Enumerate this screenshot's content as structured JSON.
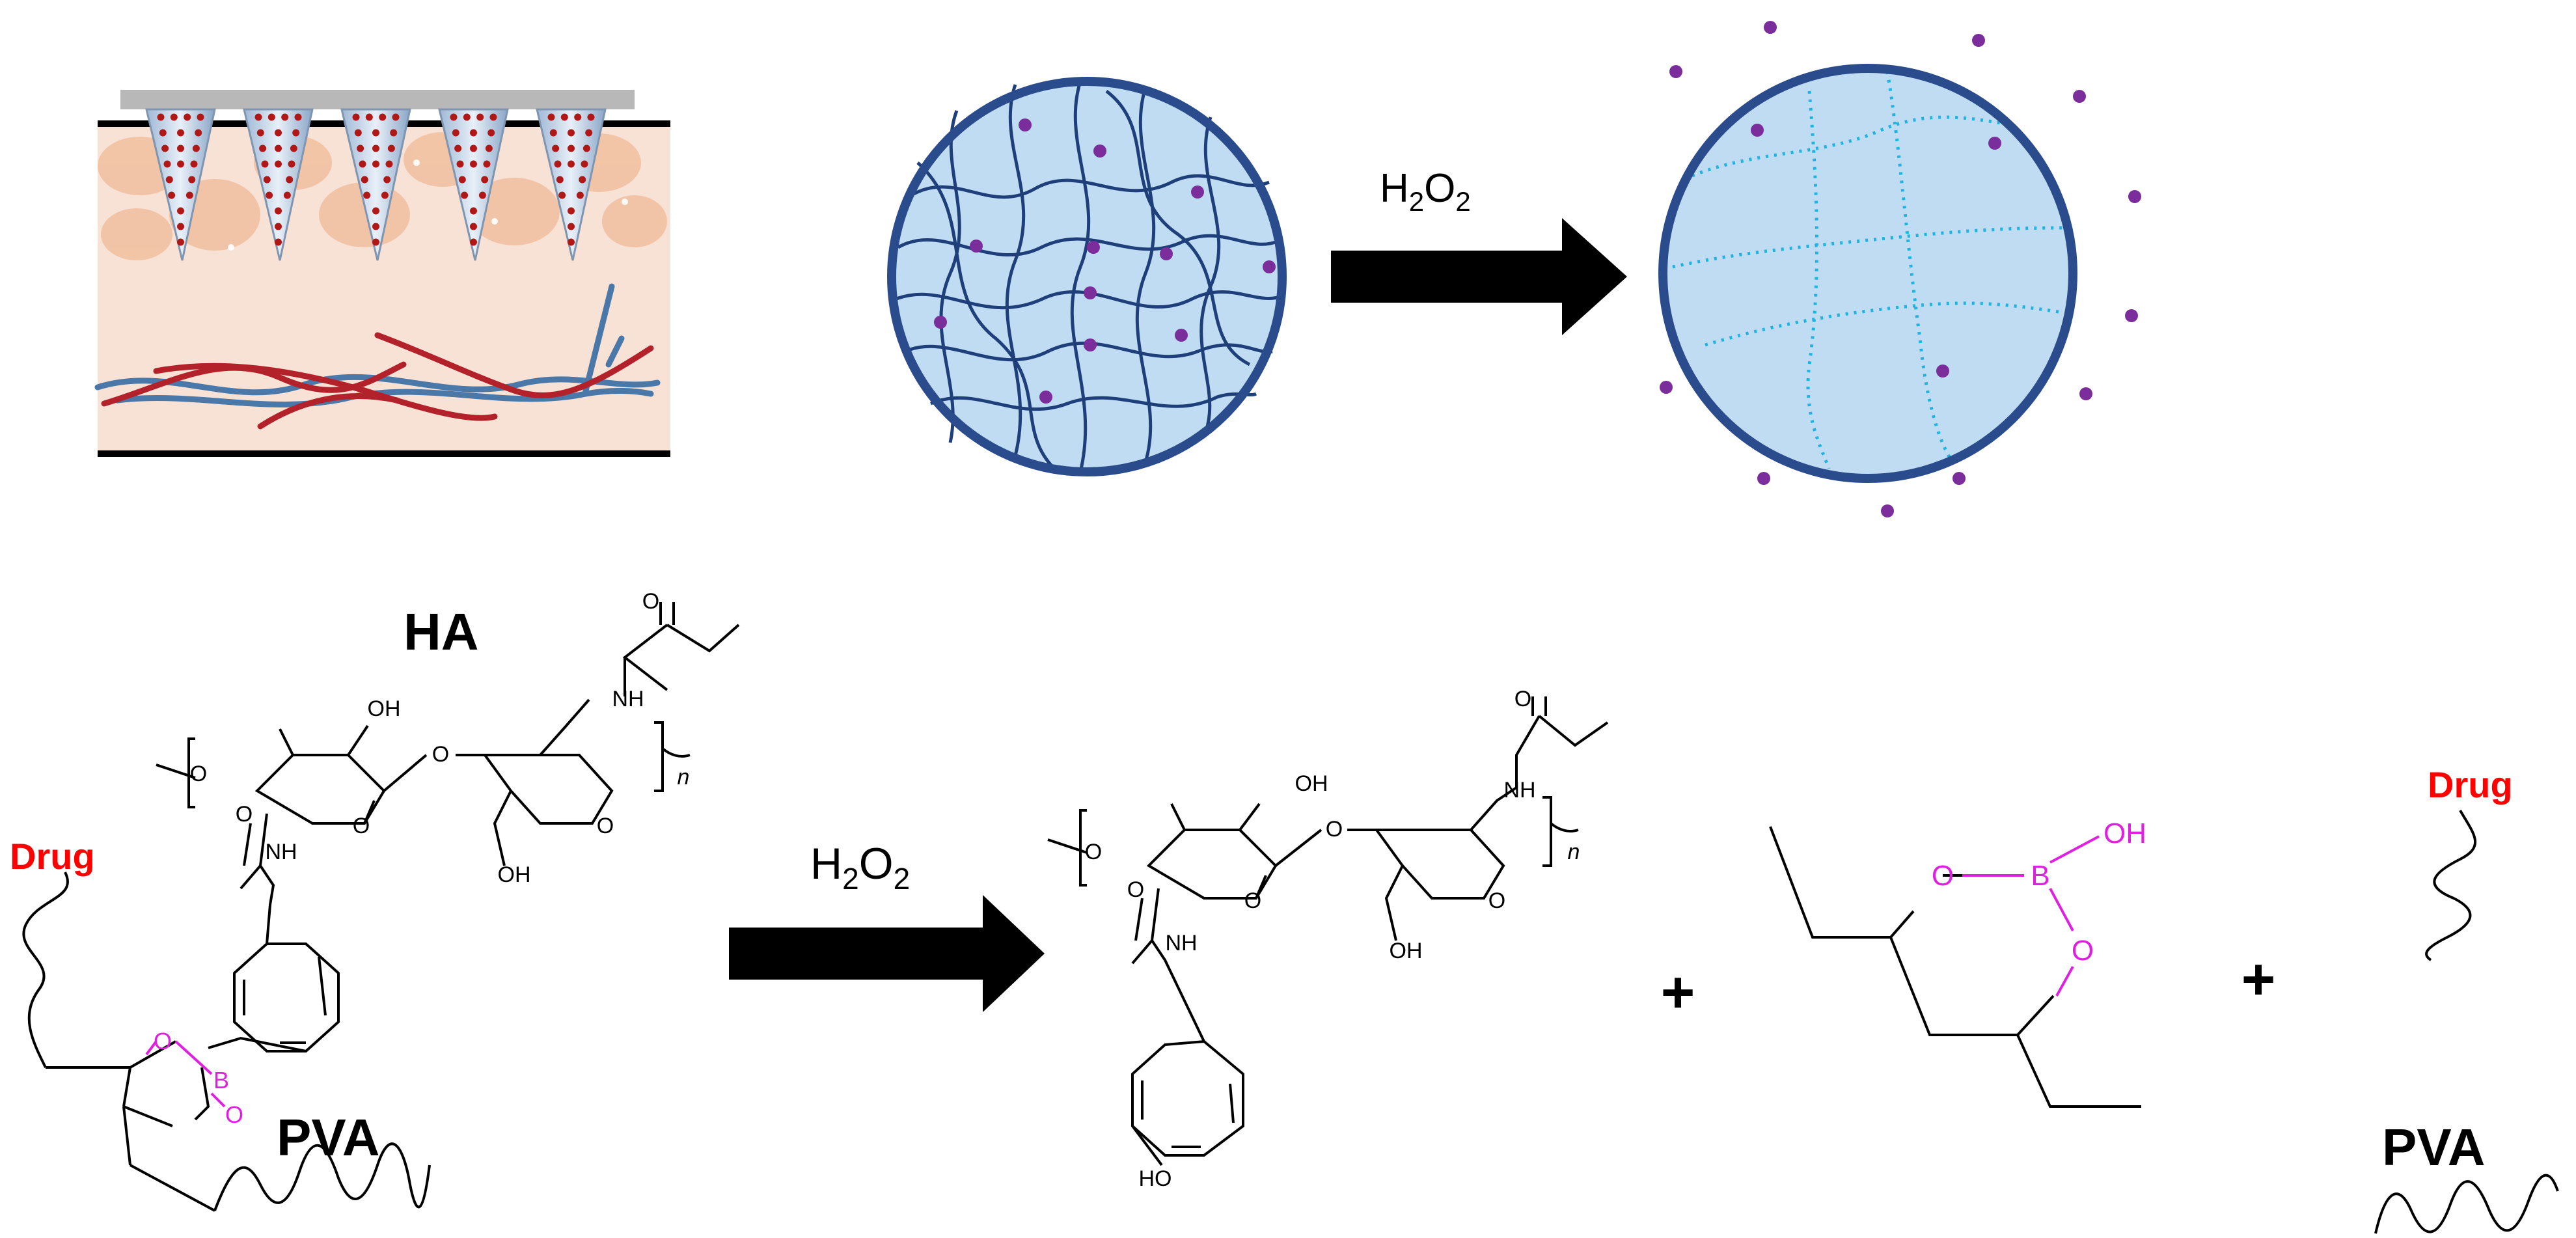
{
  "top": {
    "reaction_label": {
      "main": "H",
      "sub1": "2",
      "mid": "O",
      "sub2": "2"
    }
  },
  "bottom": {
    "reaction_label": {
      "main": "H",
      "sub1": "2",
      "mid": "O",
      "sub2": "2"
    },
    "reactant": {
      "polymer_label": "HA",
      "drug_label": "Drug",
      "pva_label": "PVA",
      "atoms": {
        "oh": "OH",
        "o": "O",
        "nh": "NH",
        "b": "B",
        "n": "n"
      }
    },
    "plus_sign": "+",
    "products": {
      "ha_product": {
        "ho": "HO",
        "oh": "OH",
        "nh": "NH",
        "o": "O",
        "n": "n"
      },
      "boronate": {
        "o": "O",
        "b": "B",
        "oh": "OH"
      },
      "drug_label": "Drug",
      "pva_label": "PVA"
    }
  },
  "colors": {
    "drug_red": "#ff0000",
    "boron_magenta": "#e020e0",
    "particle_purple": "#7b2d9b",
    "hydrogel_blue": "#bfdcf3",
    "network_navy": "#1f3f7a",
    "degraded_cyan": "#1fb4e0",
    "skin": "#f6dccf",
    "arrow_black": "#000000"
  }
}
